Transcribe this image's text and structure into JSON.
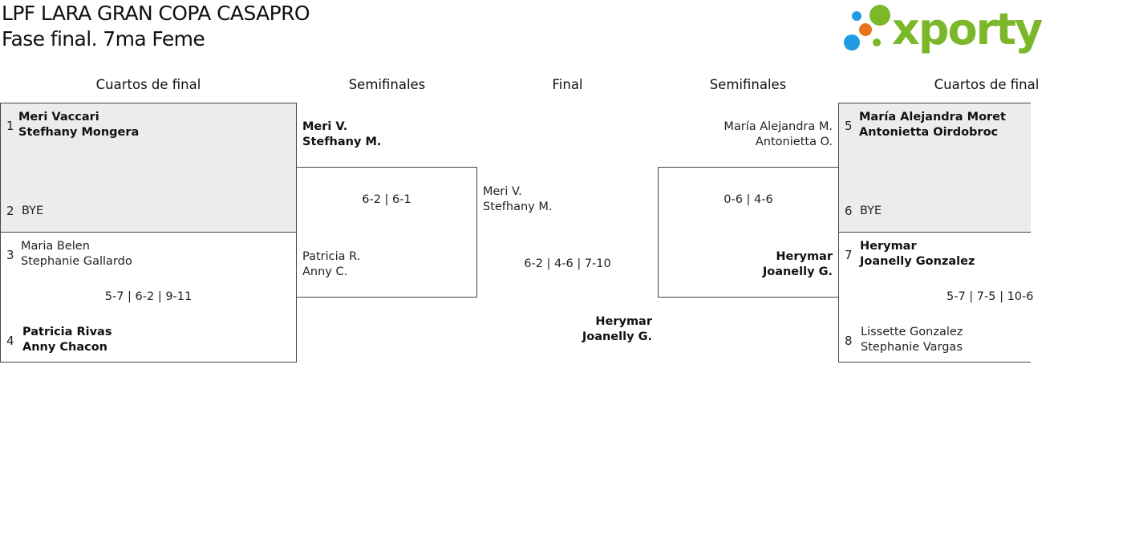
{
  "header": {
    "title": "LPF LARA GRAN COPA CASAPRO",
    "subtitle": "Fase final. 7ma Feme",
    "logo_text": "xporty",
    "brand_green": "#7ab829",
    "brand_blue": "#1e9be3",
    "brand_orange": "#e8741c"
  },
  "rounds": {
    "quarters_left": "Cuartos de final",
    "semis_left": "Semifinales",
    "final": "Final",
    "semis_right": "Semifinales",
    "quarters_right": "Cuartos de final"
  },
  "left_quarters": {
    "m1": {
      "seed_a": "1",
      "a1": "Meri Vaccari",
      "a2": "Stefhany Mongera",
      "seed_b": "2",
      "b1": "BYE"
    },
    "m2": {
      "seed_a": "3",
      "a1": "Maria Belen",
      "a2": "Stephanie Gallardo",
      "score": "5-7 | 6-2 | 9-11",
      "seed_b": "4",
      "b1": "Patricia Rivas",
      "b2": "Anny Chacon"
    }
  },
  "left_semi": {
    "a1": "Meri V.",
    "a2": "Stefhany M.",
    "score": "6-2 | 6-1",
    "b1": "Patricia R.",
    "b2": "Anny C."
  },
  "final": {
    "a1": "Meri V.",
    "a2": "Stefhany M.",
    "score": "6-2 | 4-6 | 7-10",
    "b1": "Herymar",
    "b2": "Joanelly G."
  },
  "right_semi": {
    "a1": "María Alejandra M.",
    "a2": "Antonietta O.",
    "score": "0-6 | 4-6",
    "b1": "Herymar",
    "b2": "Joanelly G."
  },
  "right_quarters": {
    "m1": {
      "seed_a": "5",
      "a1": "María Alejandra Moret",
      "a2": "Antonietta Oirdobroc",
      "seed_b": "6",
      "b1": "BYE"
    },
    "m2": {
      "seed_a": "7",
      "a1": "Herymar",
      "a2": "Joanelly Gonzalez",
      "score": "5-7 | 7-5 | 10-6",
      "seed_b": "8",
      "b1": "Lissette Gonzalez",
      "b2": "Stephanie Vargas"
    }
  }
}
